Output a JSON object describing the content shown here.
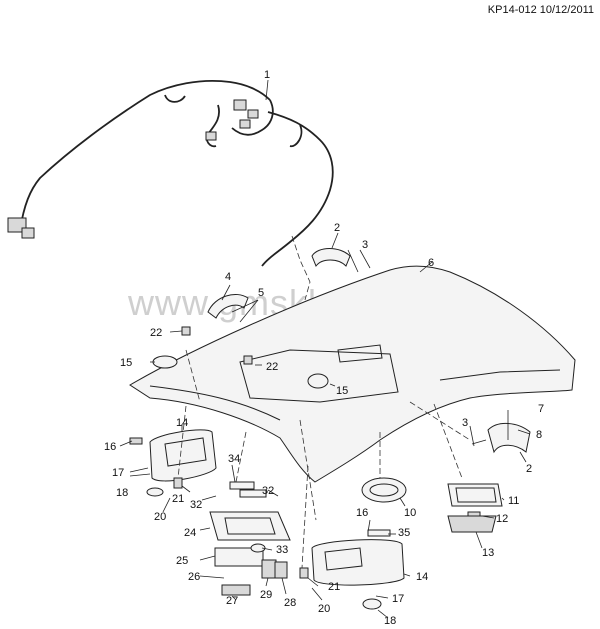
{
  "document": {
    "id_date": "KP14-012 10/12/2011",
    "watermark": "www.gmsklad.ru"
  },
  "callouts": [
    "1",
    "2",
    "3",
    "4",
    "5",
    "6",
    "7",
    "8",
    "3",
    "2",
    "22",
    "15",
    "22",
    "15",
    "14",
    "16",
    "17",
    "18",
    "21",
    "20",
    "34",
    "32",
    "32",
    "24",
    "33",
    "25",
    "26",
    "27",
    "29",
    "28",
    "10",
    "16",
    "35",
    "21",
    "14",
    "20",
    "17",
    "18",
    "11",
    "12",
    "13"
  ]
}
